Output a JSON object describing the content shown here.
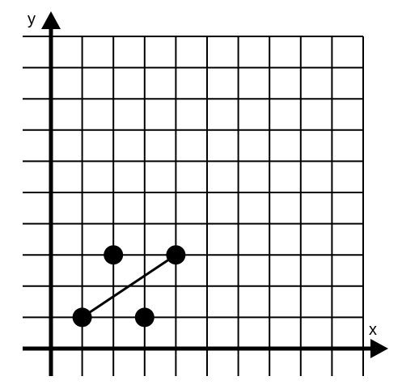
{
  "axes": {
    "x_label": "x",
    "y_label": "y"
  },
  "grid": {
    "columns": 10,
    "rows": 10
  },
  "points": [
    {
      "x": 1,
      "y": 1
    },
    {
      "x": 2,
      "y": 3
    },
    {
      "x": 3,
      "y": 1
    },
    {
      "x": 4,
      "y": 3
    }
  ],
  "segments": [
    {
      "from": [
        1,
        1
      ],
      "to": [
        4,
        3
      ]
    }
  ],
  "colors": {
    "grid": "#000000",
    "axis": "#000000",
    "point": "#000000",
    "background": "#ffffff"
  }
}
